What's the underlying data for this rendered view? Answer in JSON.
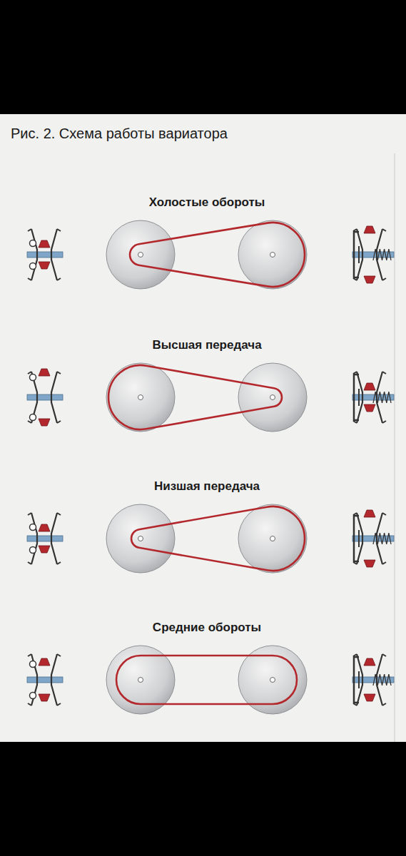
{
  "diagram": {
    "title": "Рис. 2. Схема работы вариатора",
    "labels": [
      "Холостые обороты",
      "Высшая передача",
      "Низшая передача",
      "Средние обороты"
    ]
  }
}
